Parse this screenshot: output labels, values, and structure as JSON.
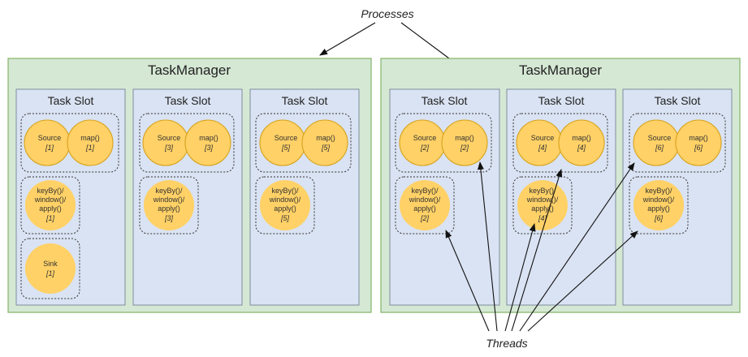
{
  "callouts": {
    "processes": "Processes",
    "threads": "Threads"
  },
  "taskmanagers": [
    {
      "title": "TaskManager",
      "slots": [
        {
          "title": "Task Slot",
          "source": [
            "Source",
            "[1]"
          ],
          "map": [
            "map()",
            "[1]"
          ],
          "window": [
            "keyBy()/",
            "window()/",
            "apply()",
            "[1]"
          ],
          "sink": [
            "Sink",
            "[1]"
          ]
        },
        {
          "title": "Task Slot",
          "source": [
            "Source",
            "[3]"
          ],
          "map": [
            "map()",
            "[3]"
          ],
          "window": [
            "keyBy()/",
            "window()/",
            "apply()",
            "[3]"
          ]
        },
        {
          "title": "Task Slot",
          "source": [
            "Source",
            "[5]"
          ],
          "map": [
            "map()",
            "[5]"
          ],
          "window": [
            "keyBy()/",
            "window()/",
            "apply()",
            "[5]"
          ]
        }
      ]
    },
    {
      "title": "TaskManager",
      "slots": [
        {
          "title": "Task Slot",
          "source": [
            "Source",
            "[2]"
          ],
          "map": [
            "map()",
            "[2]"
          ],
          "window": [
            "keyBy()/",
            "window()/",
            "apply()",
            "[2]"
          ]
        },
        {
          "title": "Task Slot",
          "source": [
            "Source",
            "[4]"
          ],
          "map": [
            "map()",
            "[4]"
          ],
          "window": [
            "keyBy()/",
            "window()/",
            "apply()",
            "[4]"
          ]
        },
        {
          "title": "Task Slot",
          "source": [
            "Source",
            "[6]"
          ],
          "map": [
            "map()",
            "[6]"
          ],
          "window": [
            "keyBy()/",
            "window()/",
            "apply()",
            "[6]"
          ]
        }
      ]
    }
  ],
  "colors": {
    "taskmanager_fill": "#d5e8d4",
    "slot_fill": "#dae3f3",
    "operator_fill": "#ffd166"
  }
}
